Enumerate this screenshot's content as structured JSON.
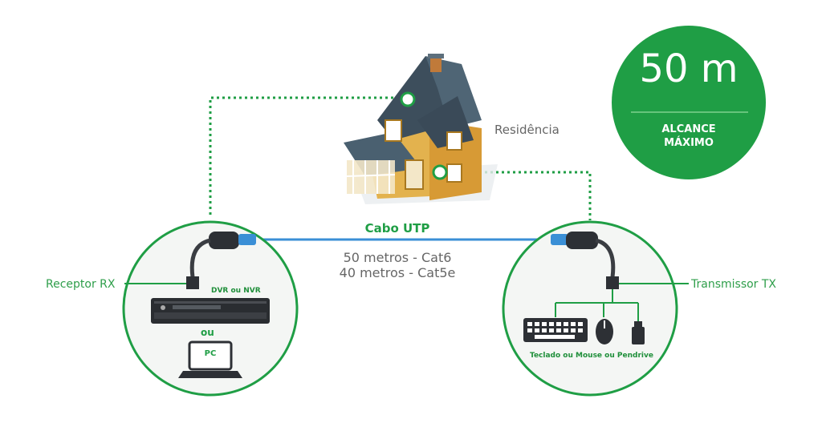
{
  "labels": {
    "residence": "Residência",
    "cable": "Cabo UTP",
    "spec_cat6": "50 metros - Cat6",
    "spec_cat5e": "40 metros - Cat5e",
    "receiver": "Receptor RX",
    "transmitter": "Transmissor TX",
    "dvr": "DVR ou NVR",
    "or": "ou",
    "pc": "PC",
    "peripherals": "Teclado ou Mouse ou Pendrive"
  },
  "badge": {
    "value": "50 m",
    "line1": "ALCANCE",
    "line2": "MÁXIMO"
  },
  "colors": {
    "green": "#1f9e45",
    "blue": "#3a8fd6",
    "dark": "#2d3035",
    "text_gray": "#666666"
  }
}
